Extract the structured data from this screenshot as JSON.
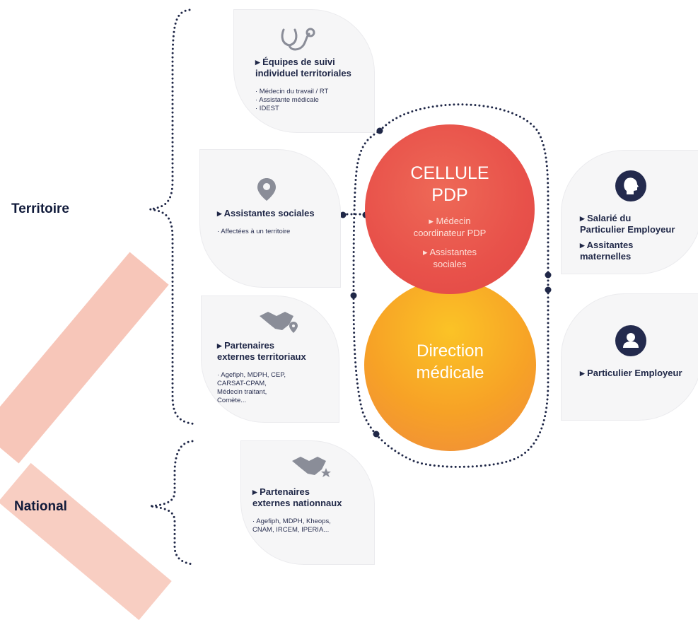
{
  "labels": {
    "territoire": "Territoire",
    "national": "National"
  },
  "cards": {
    "equipes": {
      "title": "▸ Équipes de suivi\nindividuel territoriales",
      "items": "· Médecin du travail / RT\n· Assistante médicale\n· IDEST",
      "icon": "stethoscope-icon"
    },
    "assistantes": {
      "title": "▸ Assistantes sociales",
      "items": "· Affectées à un territoire",
      "icon": "location-pin-icon"
    },
    "partenaires_territoriaux": {
      "title": "▸ Partenaires\nexternes territoriaux",
      "items": "· Agefiph, MDPH, CEP,\nCARSAT-CPAM,\nMédecin traitant,\nComète...",
      "icon": "handshake-pin-icon"
    },
    "partenaires_nationaux": {
      "title": "▸ Partenaires\nexternes nationnaux",
      "items": "· Agefiph, MDPH, Kheops,\nCNAM, IRCEM, IPERIA...",
      "icon": "handshake-star-icon"
    },
    "salarie": {
      "title": "▸ Salarié du\nParticulier Employeur",
      "title2": "▸ Assitantes\nmaternelles",
      "icon": "head-icon"
    },
    "particulier": {
      "title": "▸ Particulier Employeur",
      "icon": "person-icon"
    }
  },
  "cellule": {
    "title": "CELLULE\nPDP",
    "line1": "▸ Médecin\ncoordinateur PDP",
    "line2": "▸ Assistantes\nsociales"
  },
  "direction": {
    "title": "Direction\nmédicale"
  },
  "colors": {
    "navy": "#1f2747",
    "cellule": "#ec5b4c",
    "direction": "#f7a226",
    "stripe": "#f4b3a1"
  }
}
